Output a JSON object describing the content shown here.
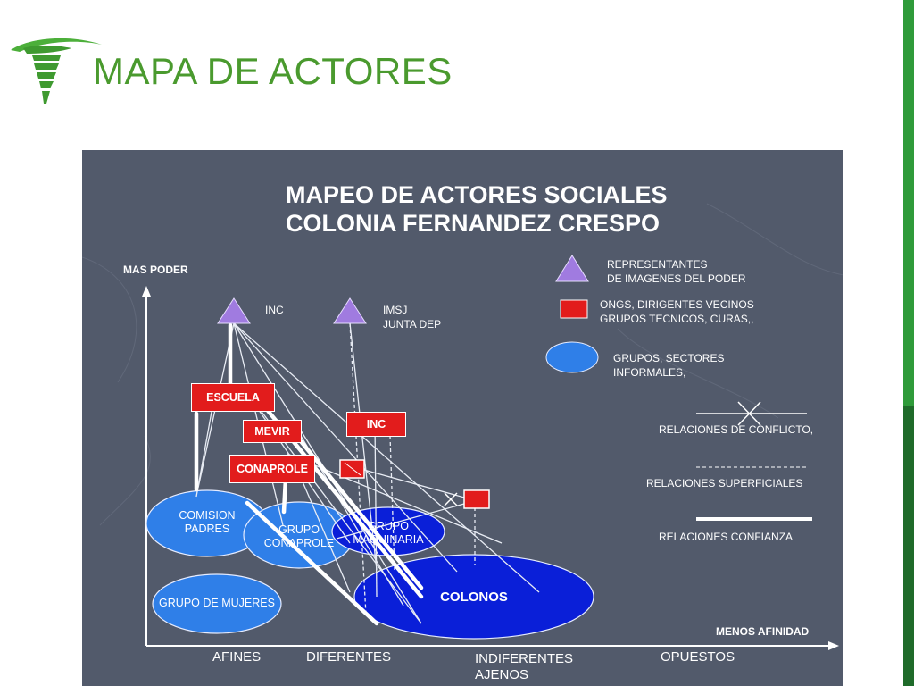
{
  "slide": {
    "title": "MAPA DE ACTORES"
  },
  "diagram": {
    "heading_line1": "MAPEO DE ACTORES SOCIALES",
    "heading_line2": "COLONIA FERNANDEZ CRESPO",
    "y_axis_label": "MAS PODER",
    "x_axis_label": "MENOS AFINIDAD",
    "x_categories": [
      "AFINES",
      "DIFERENTES",
      "INDIFERENTES",
      "AJENOS",
      "OPUESTOS"
    ],
    "legend": {
      "triangle_line1": "REPRESENTANTES",
      "triangle_line2": "DE IMAGENES DEL PODER",
      "square_line1": "ONGS, DIRIGENTES VECINOS",
      "square_line2": "GRUPOS TECNICOS, CURAS,,",
      "ellipse_line1": "GRUPOS, SECTORES",
      "ellipse_line2": "INFORMALES,",
      "conflict": "RELACIONES DE CONFLICTO,",
      "superficial": "RELACIONES SUPERFICIALES",
      "trust": "RELACIONES CONFIANZA"
    },
    "triangles": {
      "inc": "INC",
      "imsj_line1": "IMSJ",
      "imsj_line2": "JUNTA DEP"
    },
    "boxes": {
      "escuela": "ESCUELA",
      "mevir": "MEVIR",
      "conaprole": "CONAPROLE",
      "inc": "INC"
    },
    "groups": {
      "comision_line1": "COMISION",
      "comision_line2": "PADRES",
      "grupo_conaprole_line1": "GRUPO",
      "grupo_conaprole_line2": "CONAPROLE",
      "maquinaria_line1": "GRUPO",
      "maquinaria_line2": "MAQUINARIA",
      "mujeres": "GRUPO DE MUJERES",
      "colonos": "COLONOS"
    },
    "colors": {
      "background": "#525a6b",
      "triangle": "#a07be0",
      "box": "#e21c1c",
      "light_ellipse": "#2f7fe8",
      "dark_ellipse": "#0a1fd8",
      "title_green": "#4a9a2e"
    }
  }
}
